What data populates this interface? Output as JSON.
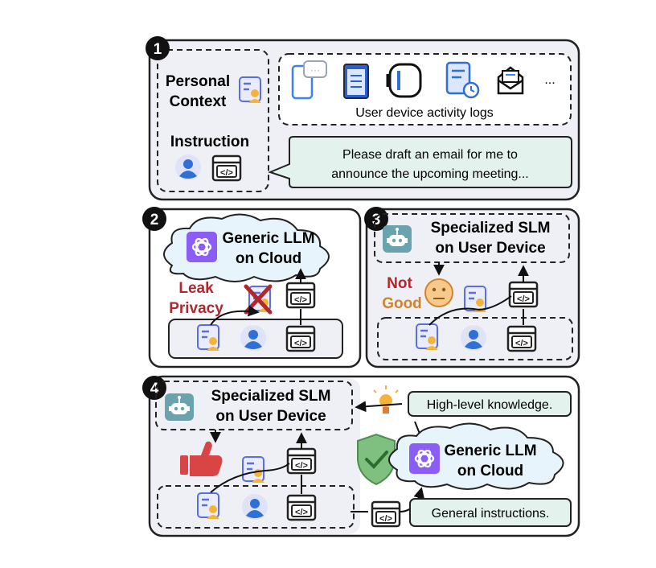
{
  "panel1": {
    "badge": "1",
    "personal_context_line1": "Personal",
    "personal_context_line2": "Context",
    "instruction_label": "Instruction",
    "more_indicator": "...",
    "activity_logs_caption": "User device activity logs",
    "instruction_text_line1": "Please draft an email for me to",
    "instruction_text_line2": "announce the upcoming meeting..."
  },
  "panel2": {
    "badge": "2",
    "cloud_line1": "Generic LLM",
    "cloud_line2": "on Cloud",
    "leak_line1": "Leak",
    "leak_line2": "Privacy"
  },
  "panel3": {
    "badge": "3",
    "slm_line1": "Specialized SLM",
    "slm_line2": "on User Device",
    "verdict_line1": "Not",
    "verdict_line2": "Good"
  },
  "panel4": {
    "badge": "4",
    "slm_line1": "Specialized SLM",
    "slm_line2": "on User Device",
    "cloud_line1": "Generic LLM",
    "cloud_line2": "on Cloud",
    "knowledge_label": "High-level knowledge.",
    "general_label": "General instructions."
  },
  "colors": {
    "panel_fill": "#eef0f5",
    "instruction_bubble": "#e4f2ee",
    "cloud_fill": "#e8f4fb",
    "openai_purple": "#8b5cf6",
    "robot_teal": "#6aa3ad",
    "leak_red": "#b3262b",
    "not_good_orange": "#d1842a",
    "thumb_red": "#d94545",
    "shield_green": "#7fbf7f"
  },
  "icons": [
    "chat-phone-icon",
    "clipboard-icon",
    "watch-icon",
    "calendar-doc-icon",
    "envelope-icon",
    "profile-card-icon",
    "user-avatar-icon",
    "code-window-icon",
    "openai-logo-icon",
    "robot-icon",
    "neutral-face-icon",
    "thumbs-up-icon",
    "lightbulb-icon",
    "shield-check-icon",
    "cross-mark-icon"
  ]
}
